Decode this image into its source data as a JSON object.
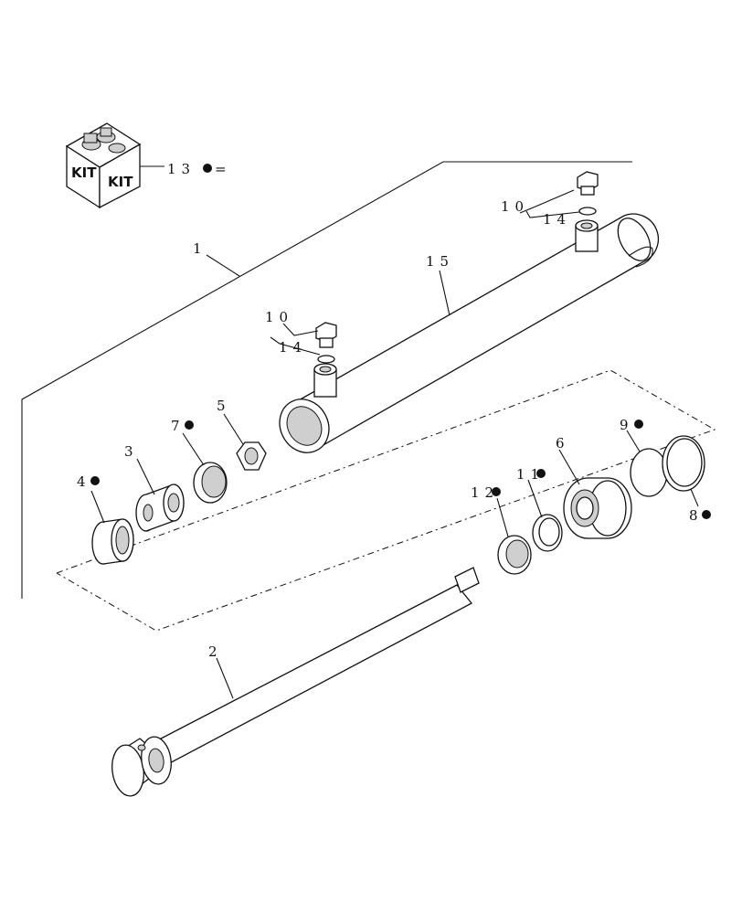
{
  "callouts": {
    "c1": "1",
    "c2": "2",
    "c3": "3",
    "c4": "4",
    "c5": "5",
    "c6": "6",
    "c7": "7",
    "c8": "8",
    "c9": "9",
    "c10a": "10",
    "c10b": "10",
    "c11": "11",
    "c12": "12",
    "c13": "13",
    "c14a": "14",
    "c14b": "14",
    "c15": "15",
    "kit_equals": "="
  },
  "kit": {
    "label_left": "KIT",
    "label_right": "KIT"
  },
  "colors": {
    "line": "#111111",
    "shade": "#cfcfcf",
    "background": "#ffffff"
  }
}
